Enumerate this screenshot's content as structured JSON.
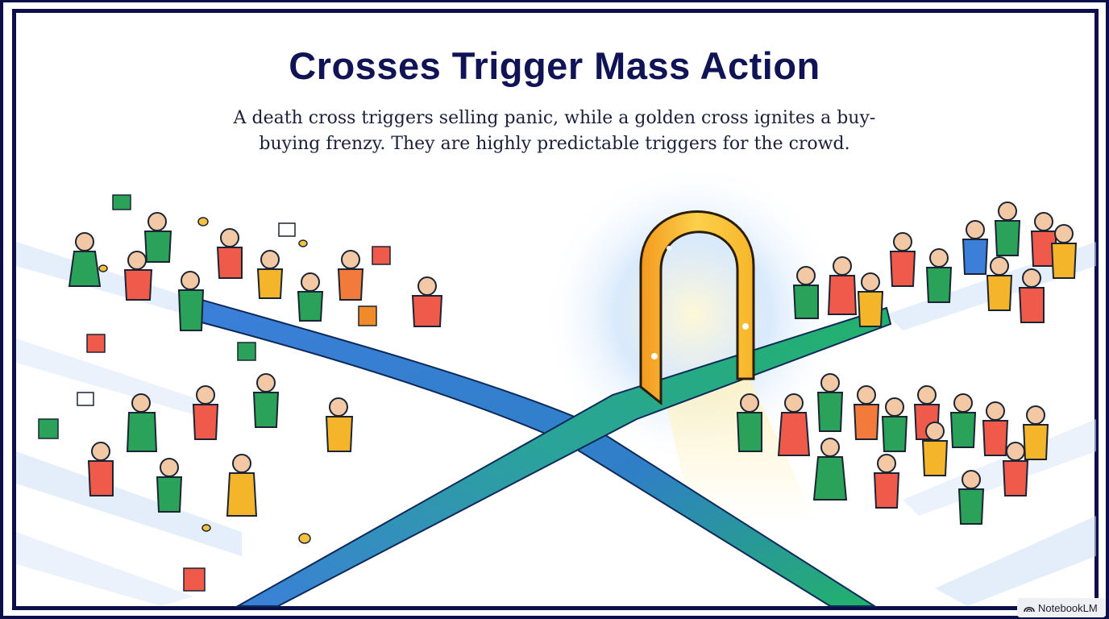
{
  "slide": {
    "title": "Crosses Trigger Mass Action",
    "subtitle_line1": "A death cross triggers selling panic, while a golden cross ignites a buy-",
    "subtitle_line2": "buying frenzy. They are highly predictable triggers for the crowd."
  },
  "illustration": {
    "left_scene": "panicked crowd running away, dropping bags, coins and papers (death cross / selling panic)",
    "center_scene": "blue and green lines crossing in an X",
    "right_scene": "cheering crowd rushing toward a glowing golden arch (golden cross / buying frenzy)",
    "colors": {
      "frame": "#0d0f4a",
      "title": "#101454",
      "blue_line": "#3b7fd9",
      "green_line": "#22b26a",
      "gold_arch": "#f6b52a"
    }
  },
  "watermark": {
    "label": "NotebookLM"
  }
}
